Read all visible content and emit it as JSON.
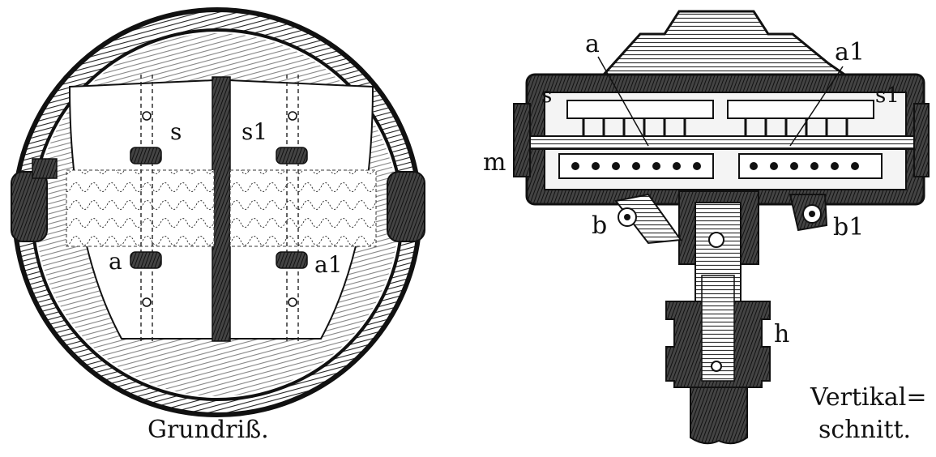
{
  "plan_view": {
    "caption": "Grundriß.",
    "labels": {
      "s": "s",
      "s1": "s1",
      "a": "a",
      "a1": "a1"
    }
  },
  "section_view": {
    "caption_line1": "Vertikal=",
    "caption_line2": "schnitt.",
    "labels": {
      "a": "a",
      "a1": "a1",
      "s": "s",
      "s1": "s1",
      "m": "m",
      "b": "b",
      "b1": "b1",
      "h": "h"
    }
  },
  "colors": {
    "ink": "#111111",
    "paper": "#ffffff",
    "shade": "#555555"
  }
}
